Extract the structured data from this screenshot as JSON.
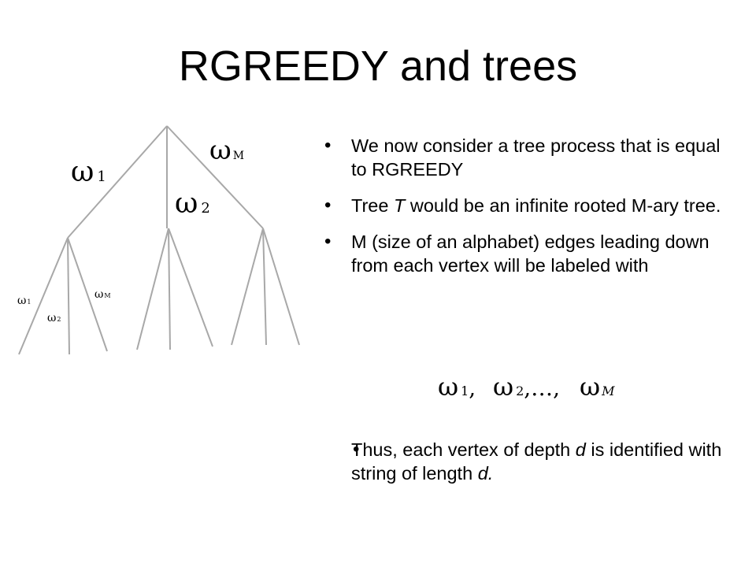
{
  "slide": {
    "title": "RGREEDY and trees"
  },
  "tree_figure": {
    "edge_labels": {
      "top_left": {
        "symbol": "ω",
        "subscript": "1"
      },
      "top_middle": {
        "symbol": "ω",
        "subscript": "2"
      },
      "top_right": {
        "symbol": "ω",
        "subscript": "M"
      },
      "sub_left": {
        "symbol": "ω",
        "subscript": "1"
      },
      "sub_middle": {
        "symbol": "ω",
        "subscript": "2"
      },
      "sub_right": {
        "symbol": "ω",
        "subscript": "M"
      }
    }
  },
  "bullets": {
    "b1": {
      "text": "We now consider a tree process that is equal to RGREEDY"
    },
    "b2": {
      "pre": "Tree ",
      "italic": "T",
      "post": " would be an infinite rooted M-ary tree."
    },
    "b3": {
      "text": "M (size of an alphabet) edges leading down from each vertex will be labeled with"
    },
    "b4": {
      "pre": "Thus, each vertex of depth ",
      "italic1": "d",
      "mid": " is identified with string of length ",
      "italic2": "d.",
      "post": ""
    }
  },
  "formula": {
    "omega": "ω",
    "sub1": "1",
    "sep1": ",",
    "sub2": "2",
    "ellipsis": ",…,",
    "subM": "M"
  }
}
